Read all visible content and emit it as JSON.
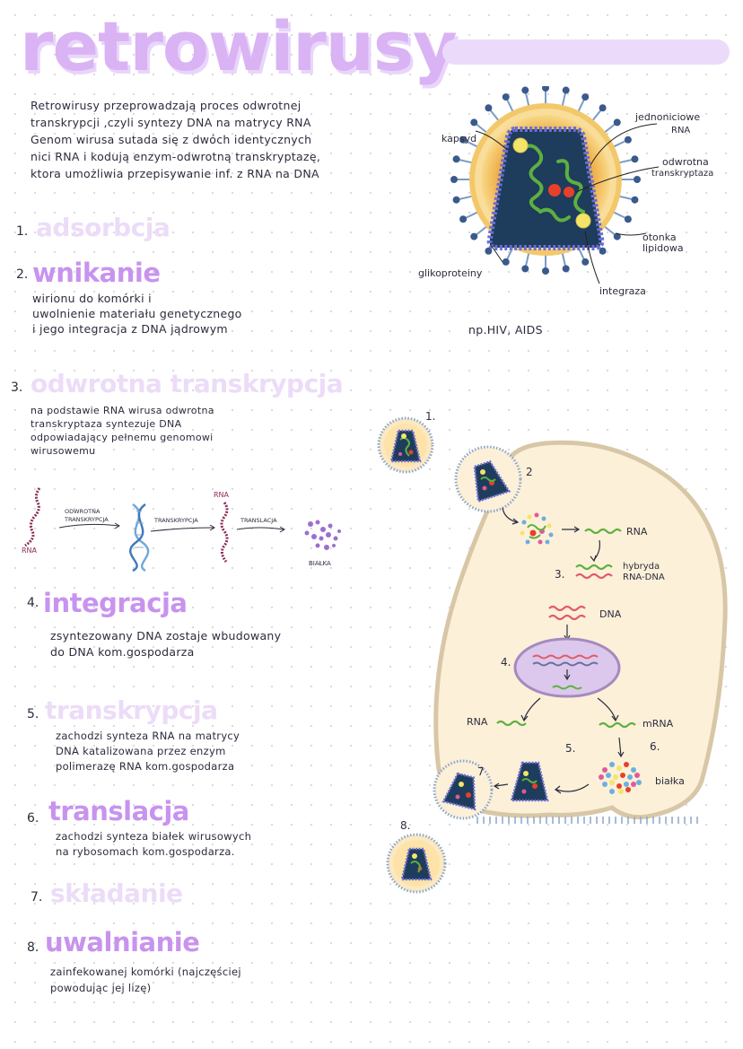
{
  "title": "retrowirusy",
  "intro": [
    "Retrowirusy przeprowadzają proces odwrotnej",
    "transkrypcji ,czyli syntezy DNA na matrycy RNA",
    "Genom wirusa sutada się z dwóch identycznych",
    "nici RNA i kodują enzym-odwrotną transkryptazę,",
    "ktora umożliwia przepisywanie inf. z RNA na DNA"
  ],
  "example": "np.HIV, AIDS",
  "virus_labels": {
    "capsid": "kapsyd",
    "rna": [
      "jednoniciowe",
      "RNA"
    ],
    "rt": [
      "odwrotna",
      "transkryptaza"
    ],
    "envelope": [
      "otonka",
      "lipidowa"
    ],
    "glyco": "glikoproteiny",
    "integrase": "integraza"
  },
  "steps": [
    {
      "num": "1.",
      "title": "adsorbcja",
      "body": []
    },
    {
      "num": "2.",
      "title": "wnikanie",
      "body": [
        "wirionu do komórki i",
        "uwolnienie materiału genetycznego",
        "i jego integracja z DNA jądrowym"
      ]
    },
    {
      "num": "3.",
      "title": "odwrotna transkrypcja",
      "body": [
        "na podstawie RNA wirusa odwrotna",
        "transkryptaza syntezuje DNA",
        "odpowiadający pełnemu genomowi",
        "wirusowemu"
      ]
    },
    {
      "num": "4.",
      "title": "integracja",
      "body": [
        "zsyntezowany DNA zostaje wbudowany",
        "do DNA kom.gospodarza"
      ]
    },
    {
      "num": "5.",
      "title": "transkrypcja",
      "body": [
        "zachodzi synteza RNA na matrycy",
        "DNA katalizowana przez enzym",
        "polimerazę RNA kom.gospodarza"
      ]
    },
    {
      "num": "6.",
      "title": "translacja",
      "body": [
        "zachodzi synteza białek wirusowych",
        "na rybosomach kom.gospodarza."
      ]
    },
    {
      "num": "7.",
      "title": "składanie",
      "body": []
    },
    {
      "num": "8.",
      "title": "uwalnianie",
      "body": [
        "zainfekowanej komórki (najczęściej",
        "powodując jej lizę)"
      ]
    }
  ],
  "flow": {
    "rna_left": "RNA",
    "rt_label": [
      "ODWROTNA",
      "TRANSKRYPCJA"
    ],
    "transc": "TRANSKRYPCJA",
    "rna_top": "RNA",
    "transl": "TRANSLACJA",
    "proteins": "BIAŁKA"
  },
  "cycle": {
    "n1": "1.",
    "n2": "2",
    "n3": "3.",
    "n4": "4.",
    "n5": "5.",
    "n6": "6.",
    "n7": "7",
    "n8": "8.",
    "rna": "RNA",
    "hybrid": [
      "hybryda",
      "RNA-DNA"
    ],
    "dna": "DNA",
    "rna2": "RNA",
    "mrna": "mRNA",
    "proteins": "białka"
  },
  "colors": {
    "accent": "#c893ee",
    "pale": "#ecdcf8",
    "cell": "#fdf0d8",
    "capsid": "#1e3c5c",
    "rna_green": "#5cb040",
    "dna_red": "#e05a6a"
  }
}
